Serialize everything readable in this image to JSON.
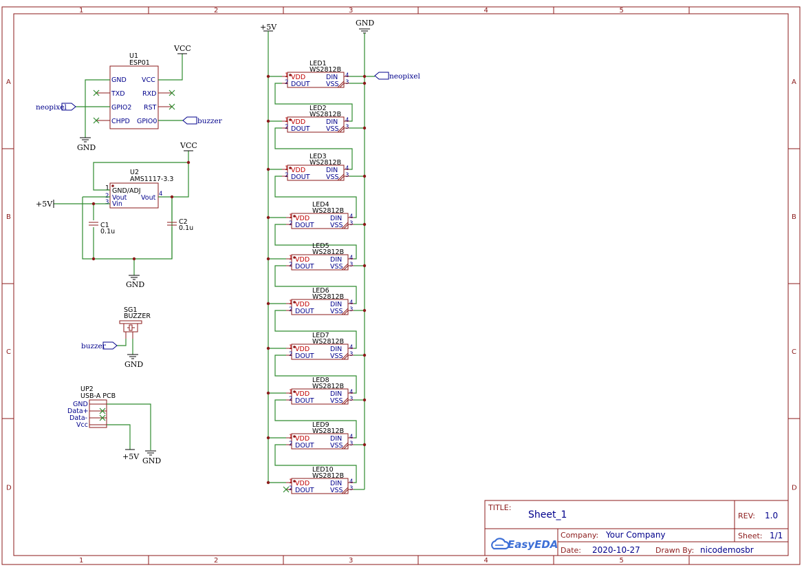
{
  "border": {
    "columns": [
      "1",
      "2",
      "3",
      "4",
      "5"
    ],
    "rows": [
      "A",
      "B",
      "C",
      "D"
    ]
  },
  "title_block": {
    "title_label": "TITLE:",
    "title": "Sheet_1",
    "rev_label": "REV:",
    "rev": "1.0",
    "company_label": "Company:",
    "company": "Your Company",
    "sheet_label": "Sheet:",
    "sheet": "1/1",
    "date_label": "Date:",
    "date": "2020-10-27",
    "drawn_label": "Drawn By:",
    "drawn_by": "nicodemosbr",
    "logo_text": "EasyEDA"
  },
  "u1": {
    "ref": "U1",
    "value": "ESP01",
    "pins_left": [
      "GND",
      "TXD",
      "GPIO2",
      "CHPD"
    ],
    "pins_right": [
      "VCC",
      "RXD",
      "RST",
      "GPIO0"
    ]
  },
  "u2": {
    "ref": "U2",
    "value": "AMS1117-3.3",
    "pin_gnd": "GND/ADJ",
    "pin_vout": "Vout",
    "pin_vin": "Vin",
    "pin_vout_r": "Vout",
    "n1": "1",
    "n2": "2",
    "n3": "3",
    "n4": "4"
  },
  "c1": {
    "ref": "C1",
    "value": "0.1u"
  },
  "c2": {
    "ref": "C2",
    "value": "0.1u"
  },
  "sg1": {
    "ref": "SG1",
    "value": "BUZZER"
  },
  "up2": {
    "ref": "UP2",
    "value": "USB-A PCB",
    "pins": [
      "GND",
      "Data+",
      "Data-",
      "Vcc"
    ]
  },
  "power": {
    "vcc": "VCC",
    "gnd": "GND",
    "p5v": "+5V"
  },
  "nets": {
    "neopixel": "neopixel",
    "buzzer": "buzzer"
  },
  "leds": [
    {
      "ref": "LED1",
      "value": "WS2812B"
    },
    {
      "ref": "LED2",
      "value": "WS2812B"
    },
    {
      "ref": "LED3",
      "value": "WS2812B"
    },
    {
      "ref": "LED4",
      "value": "WS2812B"
    },
    {
      "ref": "LED5",
      "value": "WS2812B"
    },
    {
      "ref": "LED6",
      "value": "WS2812B"
    },
    {
      "ref": "LED7",
      "value": "WS2812B"
    },
    {
      "ref": "LED8",
      "value": "WS2812B"
    },
    {
      "ref": "LED9",
      "value": "WS2812B"
    },
    {
      "ref": "LED10",
      "value": "WS2812B"
    }
  ],
  "led_pins": {
    "vdd": "VDD",
    "dout": "DOUT",
    "din": "DIN",
    "vss": "VSS",
    "n1": "1",
    "n2": "2",
    "n3": "3",
    "n4": "4"
  }
}
